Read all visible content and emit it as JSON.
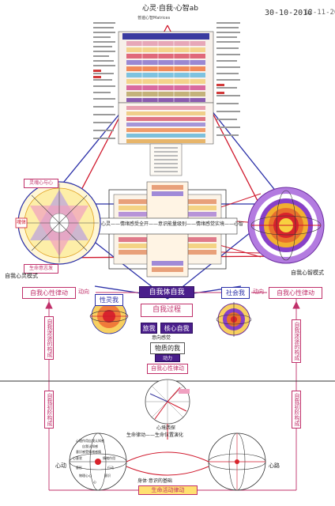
{
  "header": {
    "title": "心灵·自我·心智ab",
    "date_stamp": "30-10-2016",
    "date_handwritten": "12-11-20",
    "table_title": "普遍心智Matrices"
  },
  "top_panel": {
    "left_label": "自我心灵模式",
    "right_label": "自我心智模式",
    "center_caption": "心灵——情绪感受全开——意识能量级别——情绪感觉实境——心智",
    "left_circle_top": "灵魂心与心",
    "left_circle_bottom": "生命意志发",
    "left_circle_side": "魂体"
  },
  "middle": {
    "left_rhythm": "自我心性律动",
    "right_rhythm": "自我心性律动",
    "left_in": "动向",
    "right_in": "动向",
    "spirit_self": "性灵我",
    "social_self": "社会我",
    "self_entity": "自我体自我",
    "self_process": "自我过程",
    "dynamic_self": "旅我",
    "core_self": "核心自我",
    "willing": "意向感觉",
    "material_self": "物质的我",
    "power": "动力",
    "self_rhythm": "自我心性律动",
    "left_vertical_1": "自我迷途的构成",
    "right_vertical_1": "自我迷途的构成"
  },
  "bottom": {
    "left_vertical_2": "自我初阶构成",
    "right_vertical_2": "自我初阶构成",
    "mind_wheel": "心境西探",
    "life_rhythm_caption": "生命律动——生命位置演化",
    "left_side": "心动",
    "right_side": "心路",
    "body_caption": "身体·意识的基础",
    "life_activity": "生命活动律动",
    "sphere_labels": [
      "心理作用自我认知感",
      "自我认知感",
      "意识感受情绪感情",
      "心意状",
      "情绪作用",
      "意形",
      "行动",
      "物理心心",
      "意识",
      "心"
    ]
  }
}
